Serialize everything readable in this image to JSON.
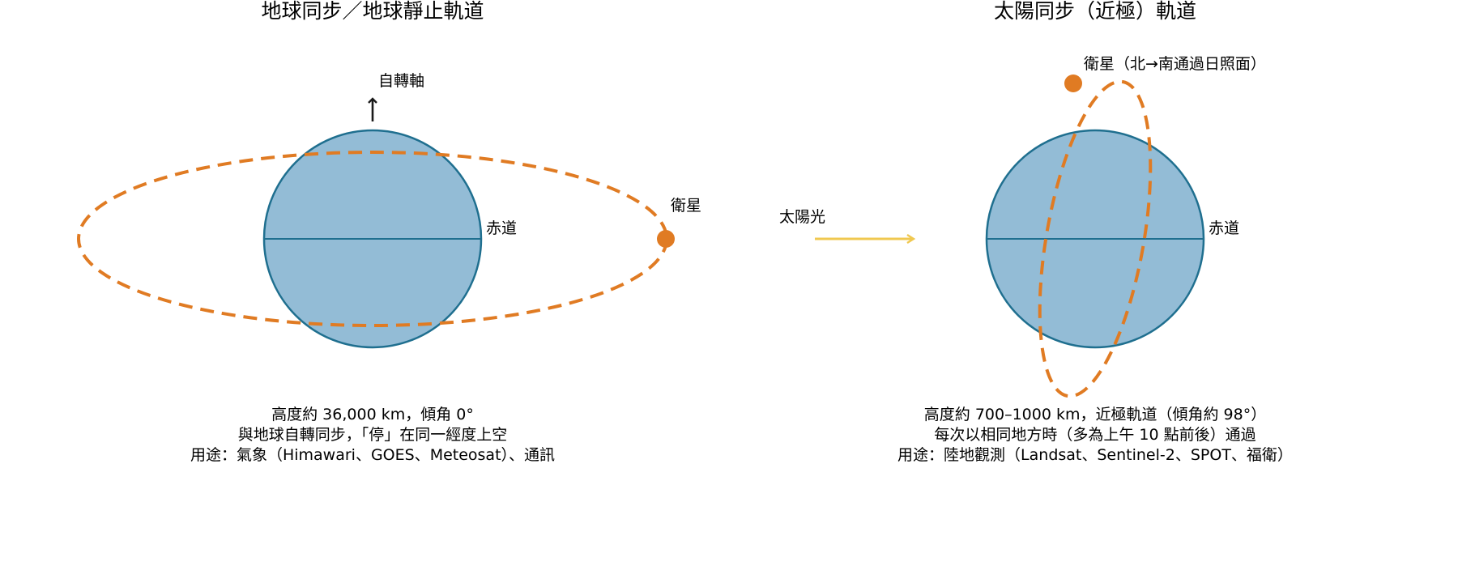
{
  "geo": {
    "title": "地球同步／地球靜止軌道",
    "axis_label": "自轉軸",
    "equator_label": "赤道",
    "satellite_label": "衛星",
    "caption": [
      "高度約 36,000 km，傾角 0°",
      "與地球自轉同步，「停」在同一經度上空",
      "用途：氣象（Himawari、GOES、Meteosat）、通訊"
    ]
  },
  "sun": {
    "title": "太陽同步（近極）軌道",
    "sunlight_label": "太陽光",
    "equator_label": "赤道",
    "satellite_label": "衛星（北→南通過日照面）",
    "caption": [
      "高度約 700–1000 km，近極軌道（傾角約 98°）",
      "每次以相同地方時（多為上午 10 點前後）通過",
      "用途：陸地觀測（Landsat、Sentinel-2、SPOT、福衛）"
    ]
  },
  "colors": {
    "earth_fill": "#93bcd6",
    "earth_stroke": "#1f6f8f",
    "orbit": "#e07b23",
    "satellite": "#e07b23",
    "sunlight": "#f0c850",
    "axis_arrow": "#1a1a1a",
    "text": "#1a1a1a"
  },
  "icons": {
    "axis": "up-arrow-icon",
    "satellite": "satellite-dot-icon",
    "sunlight": "right-arrow-icon"
  }
}
